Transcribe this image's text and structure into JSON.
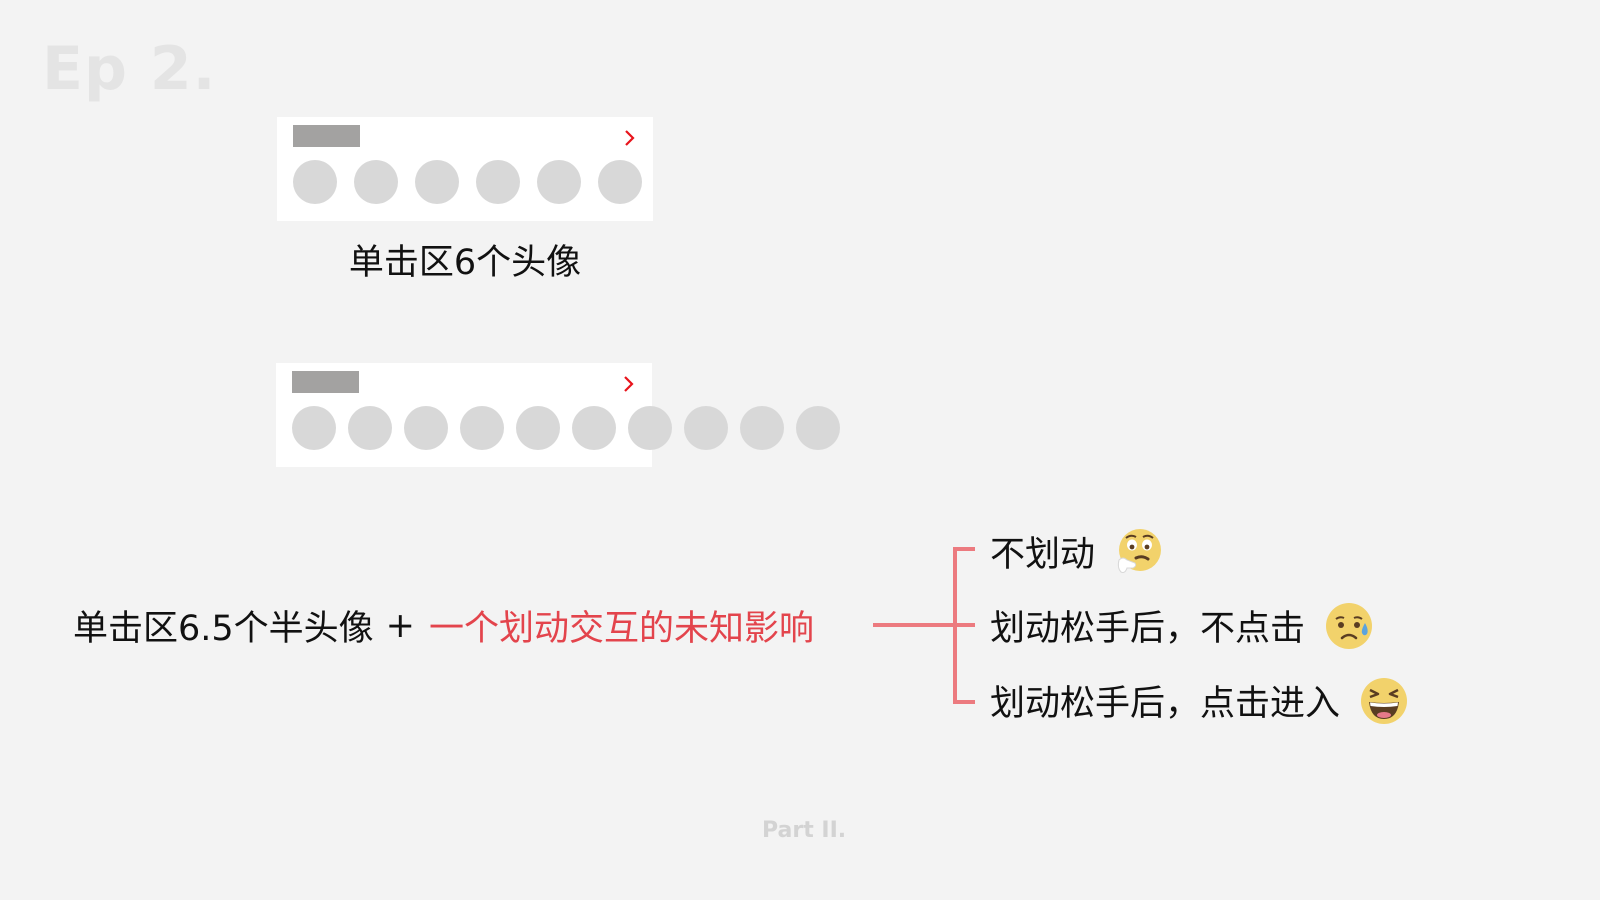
{
  "slide": {
    "episode_title": "Ep 2.",
    "footer": "Part II.",
    "background": "#f3f3f3"
  },
  "mockup_1": {
    "avatar_count": 6,
    "chevron_icon": "chevron-right-icon",
    "chevron_color": "#e8141c",
    "caption": "单击区6个头像"
  },
  "mockup_2": {
    "avatar_count": 10,
    "visible_in_card": 6.5,
    "chevron_icon": "chevron-right-icon",
    "chevron_color": "#e8141c"
  },
  "summary": {
    "prefix": "单击区6.5个半头像",
    "plus": "+",
    "highlight": "一个划动交互的未知影响",
    "highlight_color": "#e3444c",
    "bracket_color": "#ec7a7f"
  },
  "outcomes": [
    {
      "label": "不划动",
      "emoji": "thinking-face"
    },
    {
      "label": "划动松手后，不点击",
      "emoji": "sad-relieved-face"
    },
    {
      "label": "划动松手后，点击进入",
      "emoji": "laughing-face"
    }
  ]
}
